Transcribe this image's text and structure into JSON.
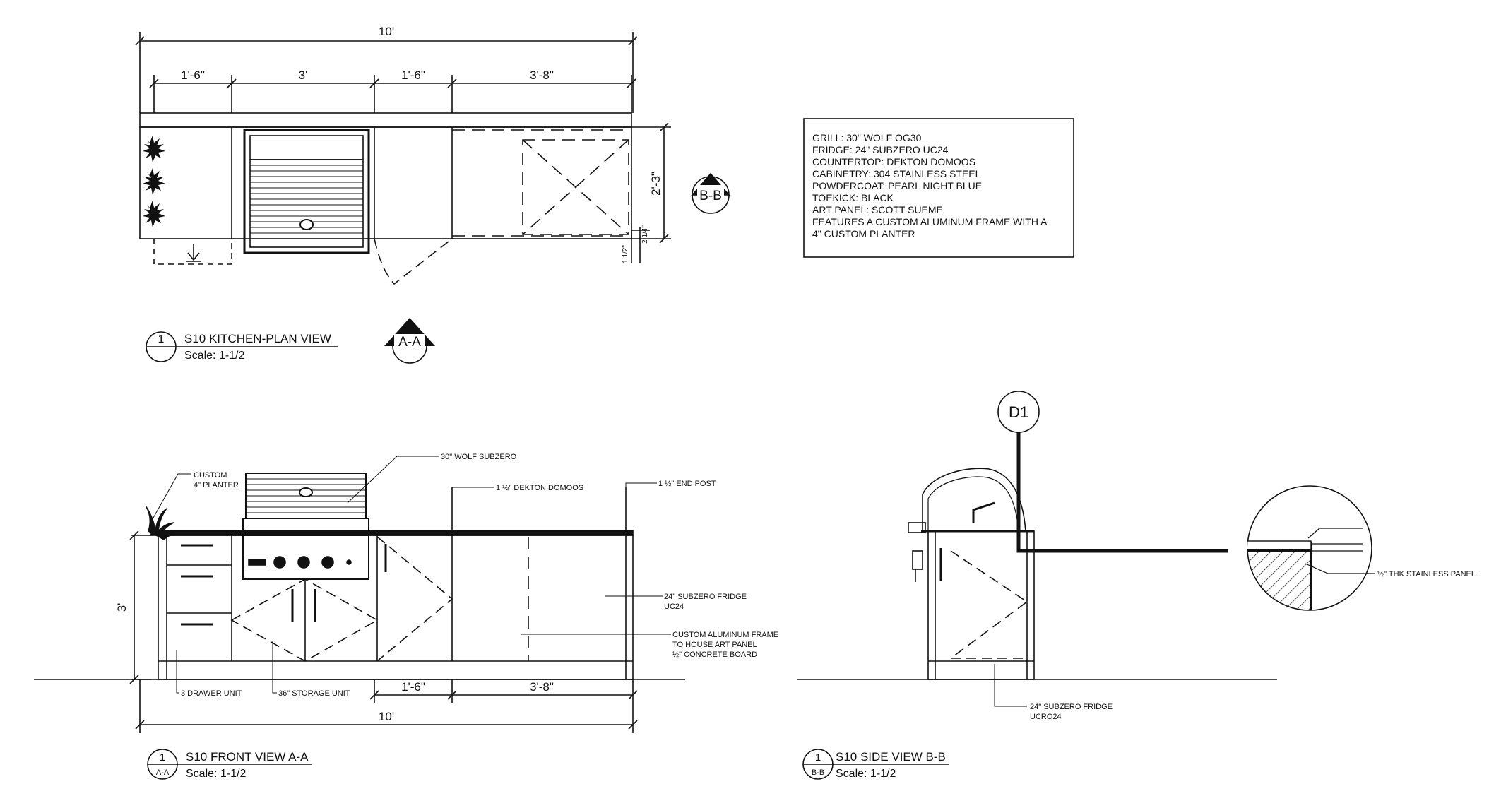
{
  "plan_view": {
    "dims": {
      "overall": "10'",
      "seg1": "1'-6\"",
      "seg2": "3'",
      "seg3": "1'-6\"",
      "seg4": "3'-8\"",
      "depth": "2'-3\"",
      "small_a": "1 1/2\"",
      "small_b": "2 1/4\""
    },
    "section_marker": "B-B",
    "caption": {
      "number": "1",
      "title": "S10 KITCHEN-PLAN  VIEW",
      "scale": "Scale: 1-1/2"
    },
    "section_marker_aa": "A-A"
  },
  "notes": {
    "lines": [
      "GRILL: 30\" WOLF OG30",
      "FRIDGE: 24\" SUBZERO UC24",
      "COUNTERTOP: DEKTON DOMOOS",
      "CABINETRY: 304 STAINLESS STEEL",
      "POWDERCOAT: PEARL NIGHT BLUE",
      "TOEKICK: BLACK",
      "ART PANEL: SCOTT SUEME",
      "FEATURES A CUSTOM ALUMINUM FRAME WITH A",
      "4\" CUSTOM PLANTER"
    ]
  },
  "front_view": {
    "labels": {
      "planter": "CUSTOM",
      "planter2": "4\" PLANTER",
      "grill": "30\" WOLF SUBZERO",
      "counter": "1 ½\" DEKTON DOMOOS",
      "end_post": "1 ½\" END POST",
      "fridge": "24\" SUBZERO FRIDGE",
      "fridge2": "UC24",
      "frame": "CUSTOM ALUMINUM FRAME",
      "frame2": "TO HOUSE ART PANEL",
      "frame3": "½\" CONCRETE BOARD",
      "drawer": "3 DRAWER UNIT",
      "storage": "36\" STORAGE UNIT"
    },
    "dims": {
      "height": "3'",
      "seg_a": "1'-6\"",
      "seg_b": "3'-8\"",
      "overall": "10'"
    },
    "caption": {
      "number": "1",
      "sheet": "A-A",
      "title": "S10 FRONT VIEW A-A",
      "scale": "Scale: 1-1/2"
    }
  },
  "side_view": {
    "detail_tag": "D1",
    "labels": {
      "panel": "½\" THK STAINLESS PANEL",
      "fridge": "24\" SUBZERO FRIDGE",
      "fridge2": "UCRO24"
    },
    "caption": {
      "number": "1",
      "sheet": "B-B",
      "title": "S10 SIDE VIEW B-B",
      "scale": "Scale: 1-1/2"
    }
  }
}
